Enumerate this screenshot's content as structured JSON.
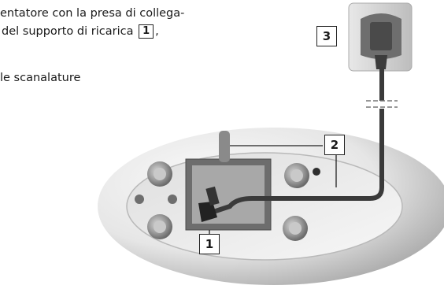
{
  "instructions": {
    "line1": "entatore con la presa di collega-",
    "line2_before": "del supporto di ricarica",
    "line2_ref": "1",
    "line2_after": ",",
    "line3": "le scanalature"
  },
  "callouts": {
    "base_label": "1",
    "cable_label": "2",
    "plug_label": "3"
  },
  "colors": {
    "base_light": "#f4f4f4",
    "base_dark": "#9a9a9a",
    "cable": "#3a3a3a",
    "plug_body": "#5a5a5a"
  }
}
